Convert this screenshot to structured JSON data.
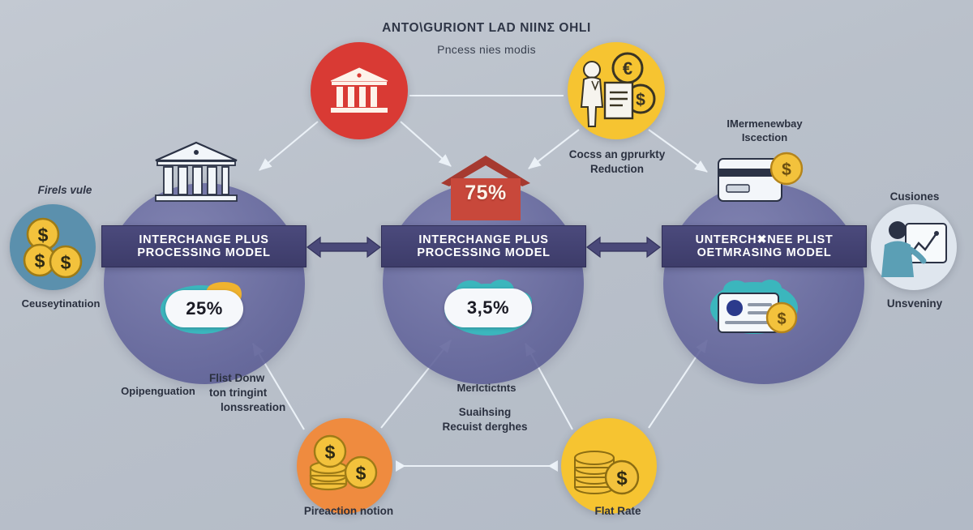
{
  "diagram": {
    "title": {
      "line1": "ANTO\\GURIONT LAD NIINƩ OHLI",
      "line2": "Pncess nies modis"
    },
    "banners": [
      {
        "name": "left",
        "line1": "INTERCHANGE PLUS",
        "line2": "PROCESSING MODEL"
      },
      {
        "name": "center",
        "line1": "INTERCHANGE PLUS",
        "line2": "PROCESSING MODEL"
      },
      {
        "name": "right",
        "line1": "UNTERCH✖NEE PLIST",
        "line2": "OETMRASING MODEL"
      }
    ],
    "percentages": {
      "house": "75%",
      "left_bubble": "25%",
      "center_bubble": "3,5%"
    },
    "captions": {
      "far_left_top": "Firels vule",
      "far_left_bottom": "Ceuseytinatıion",
      "doc_node": {
        "line1": "Cocss an gprurkty",
        "line2": "Reduction"
      },
      "right_top": {
        "line1": "IMermenewbay",
        "line2": "Iscection"
      },
      "far_right_top": "Cusiones",
      "far_right_bottom": "Unsveniny",
      "lower_left": "Opipenguation",
      "lower_left_multi": {
        "line1": "Flist Donw",
        "line2": "ton tringint",
        "line3": "lonssreation"
      },
      "lower_center": "MerIctictnts",
      "lower_center_multi": {
        "line1": "Suaihsing",
        "line2": "Recuist derghes"
      },
      "bottom_orange": "Pireaction notion",
      "bottom_yellow": "Flat Rate"
    },
    "icons": [
      {
        "name": "bank-icon",
        "label": "bank"
      },
      {
        "name": "document-euro-icon",
        "label": "businessman with document, euro and dollar coins"
      },
      {
        "name": "coin-stack-icon",
        "label": "three dollar coins"
      },
      {
        "name": "person-chart-icon",
        "label": "person with chart board"
      },
      {
        "name": "coins-orange-icon",
        "label": "stacked coins with dollar"
      },
      {
        "name": "coin-pile-icon",
        "label": "pile of dollar coins"
      },
      {
        "name": "bank-columns-icon",
        "label": "classical bank building"
      },
      {
        "name": "house-icon",
        "label": "house roof"
      },
      {
        "name": "card-coin-icon",
        "label": "credit card with dollar coin"
      },
      {
        "name": "id-card-icon",
        "label": "id card with dollar coin"
      },
      {
        "name": "chat-bubble-icon",
        "label": "chat bubble"
      },
      {
        "name": "cloud-icon",
        "label": "cloud"
      }
    ],
    "colors": {
      "background": "#b9c0ca",
      "banner": "#43426f",
      "disc": "#6e709f",
      "red": "#d93a34",
      "yellow": "#f6c431",
      "orange": "#ef8b3f",
      "teal": "#5b90ad",
      "arrow": "#eaf1f8"
    }
  }
}
